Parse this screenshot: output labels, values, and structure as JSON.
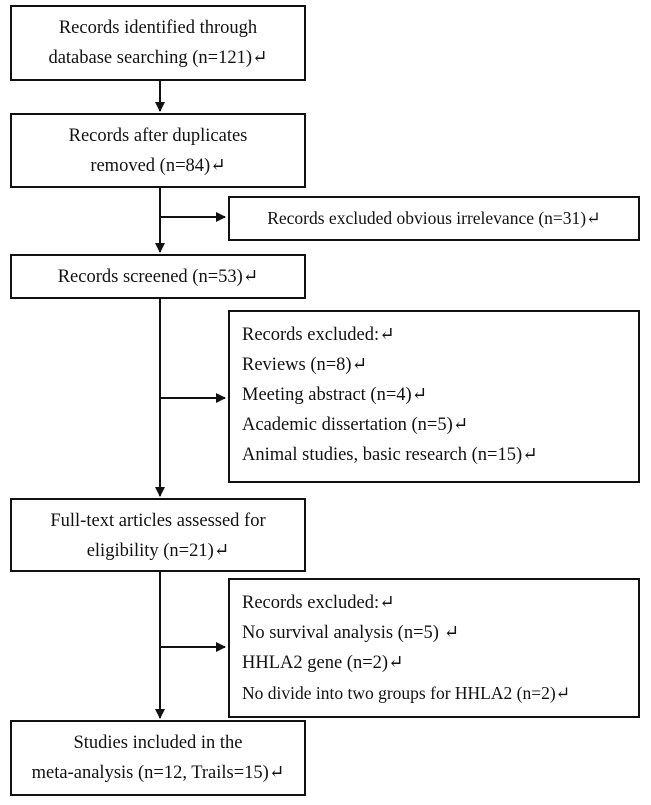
{
  "flow": {
    "identified": {
      "line1": "Records identified through",
      "line2": "database searching (n=121)↵"
    },
    "after_duplicates": {
      "line1": "Records after duplicates",
      "line2": "removed (n=84)↵"
    },
    "excluded_irrelevance": "Records excluded obvious irrelevance (n=31)↵",
    "screened": "Records screened (n=53)↵",
    "excluded_screening": {
      "items": [
        "Records excluded:↵",
        "Reviews (n=8)↵",
        "Meeting abstract (n=4)↵",
        "Academic dissertation (n=5)↵",
        "Animal studies, basic research (n=15)↵"
      ]
    },
    "full_text": {
      "line1": "Full-text articles assessed for",
      "line2": "eligibility (n=21)↵"
    },
    "excluded_eligibility": {
      "items": [
        "Records excluded:↵",
        "No survival analysis (n=5) ↵",
        "HHLA2 gene (n=2)↵",
        "No divide into two groups for HHLA2 (n=2)↵"
      ]
    },
    "included": {
      "line1": "Studies included in the",
      "line2": "meta-analysis (n=12, Trails=15)↵"
    }
  }
}
